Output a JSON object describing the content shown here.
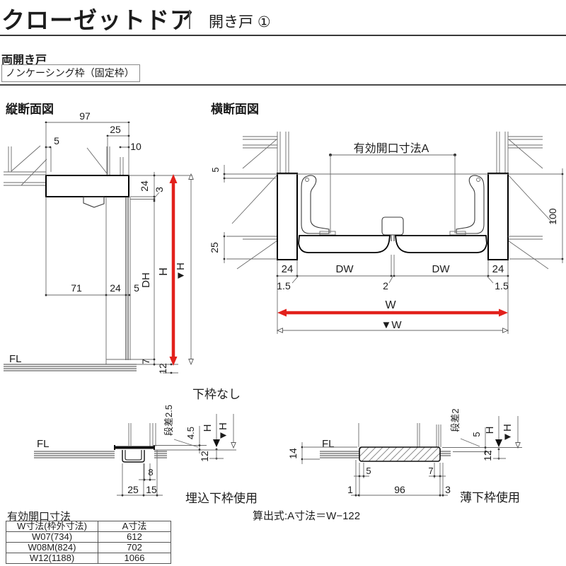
{
  "header": {
    "title": "クローゼットドア",
    "category": "開き戸 ①"
  },
  "subheader": {
    "door_type": "両開き戸",
    "frame_type": "ノンケーシング枠（固定枠）"
  },
  "vertical_section": {
    "title": "縦断面図",
    "fl": "FL",
    "dims": {
      "w97": "97",
      "w25": "25",
      "w5": "5",
      "w10": "10",
      "h24": "24",
      "h3": "3",
      "w71": "71",
      "w24": "24",
      "w5b": "5",
      "dh": "DH",
      "h": "H",
      "h_datum": "▼H",
      "h7": "7",
      "h12": "12"
    }
  },
  "horizontal_section": {
    "title": "横断面図",
    "opening_label": "有効開口寸法A",
    "dims": {
      "v5": "5",
      "v25": "25",
      "v100": "100",
      "w24l": "24",
      "dw_l": "DW",
      "w2": "2",
      "dw_r": "DW",
      "w24r": "24",
      "g15l": "1.5",
      "g15r": "1.5",
      "w": "W",
      "w_datum": "▼W"
    }
  },
  "lower_section": {
    "heading": "下枠なし"
  },
  "embedded_sill": {
    "caption": "埋込下枠使用",
    "fl": "FL",
    "dims": {
      "step": "段差2.5",
      "h45": "4.5",
      "h": "H",
      "h_datum": "▼H",
      "h12": "12",
      "w8": "8",
      "w25": "25",
      "w15": "15"
    }
  },
  "thin_sill": {
    "caption": "薄下枠使用",
    "fl": "FL",
    "dims": {
      "h14": "14",
      "step": "段差2",
      "h5": "5",
      "h": "H",
      "h_datum": "▼H",
      "h12": "12",
      "w5": "5",
      "w7": "7",
      "w1": "1",
      "w96": "96",
      "w3": "3"
    }
  },
  "formula": "算出式:A寸法＝W−122",
  "table": {
    "title": "有効開口寸法",
    "headers": [
      "W寸法(枠外寸法)",
      "A寸法"
    ],
    "rows": [
      [
        "W07(734)",
        "612"
      ],
      [
        "W08M(824)",
        "702"
      ],
      [
        "W12(1188)",
        "1066"
      ]
    ]
  },
  "colors": {
    "accent_red": "#e2211c"
  }
}
